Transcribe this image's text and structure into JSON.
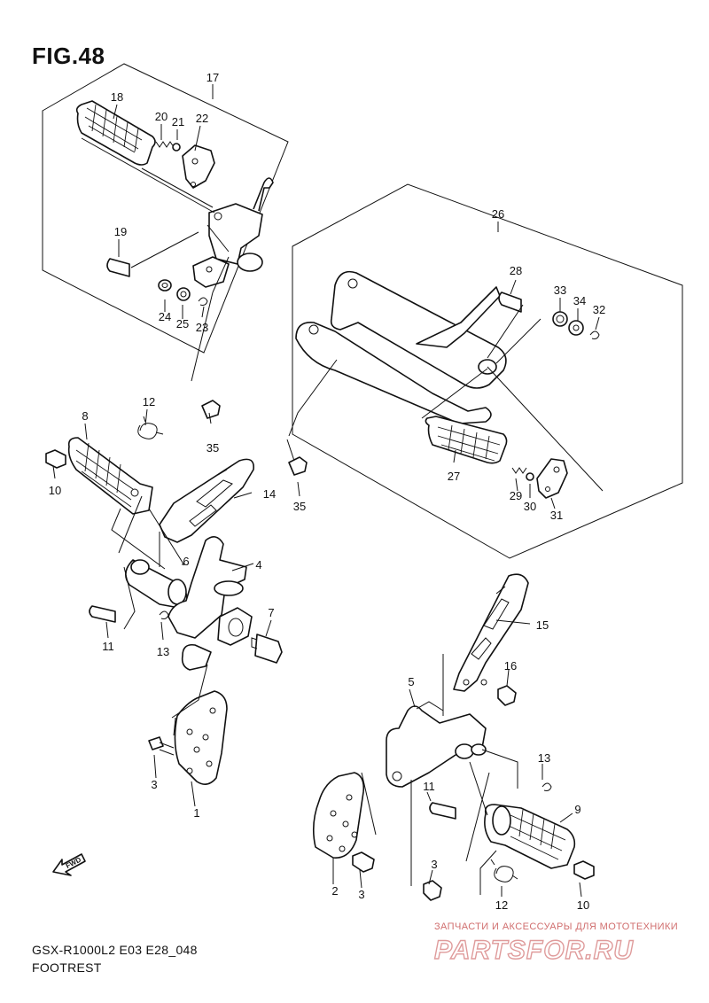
{
  "figure": {
    "title": "FIG.48",
    "model_code": "GSX-R1000L2 E03 E28_048",
    "caption": "FOOTREST"
  },
  "callouts": [
    "1",
    "2",
    "3",
    "3",
    "3",
    "4",
    "5",
    "6",
    "7",
    "8",
    "9",
    "10",
    "10",
    "11",
    "11",
    "12",
    "12",
    "13",
    "13",
    "14",
    "15",
    "16",
    "17",
    "18",
    "19",
    "20",
    "21",
    "22",
    "23",
    "24",
    "25",
    "26",
    "27",
    "28",
    "29",
    "30",
    "31",
    "32",
    "33",
    "34",
    "35",
    "35"
  ],
  "labels": {
    "n1": "1",
    "n2": "2",
    "n3a": "3",
    "n3b": "3",
    "n3c": "3",
    "n4": "4",
    "n5": "5",
    "n6": "6",
    "n7": "7",
    "n8": "8",
    "n9": "9",
    "n10a": "10",
    "n10b": "10",
    "n11a": "11",
    "n11b": "11",
    "n12a": "12",
    "n12b": "12",
    "n13a": "13",
    "n13b": "13",
    "n14": "14",
    "n15": "15",
    "n16": "16",
    "n17": "17",
    "n18": "18",
    "n19": "19",
    "n20": "20",
    "n21": "21",
    "n22": "22",
    "n23": "23",
    "n24": "24",
    "n25": "25",
    "n26": "26",
    "n27": "27",
    "n28": "28",
    "n29": "29",
    "n30": "30",
    "n31": "31",
    "n32": "32",
    "n33": "33",
    "n34": "34",
    "n35a": "35",
    "n35b": "35"
  },
  "fwd_arrow_label": "FWD",
  "watermark": {
    "subtitle": "ЗАПЧАСТИ И АКСЕССУАРЫ ДЛЯ МОТОТЕХНИКИ",
    "brand": "PARTSFOR.RU"
  },
  "colors": {
    "line": "#111111",
    "background": "#ffffff",
    "watermark": "#c54a4a"
  }
}
